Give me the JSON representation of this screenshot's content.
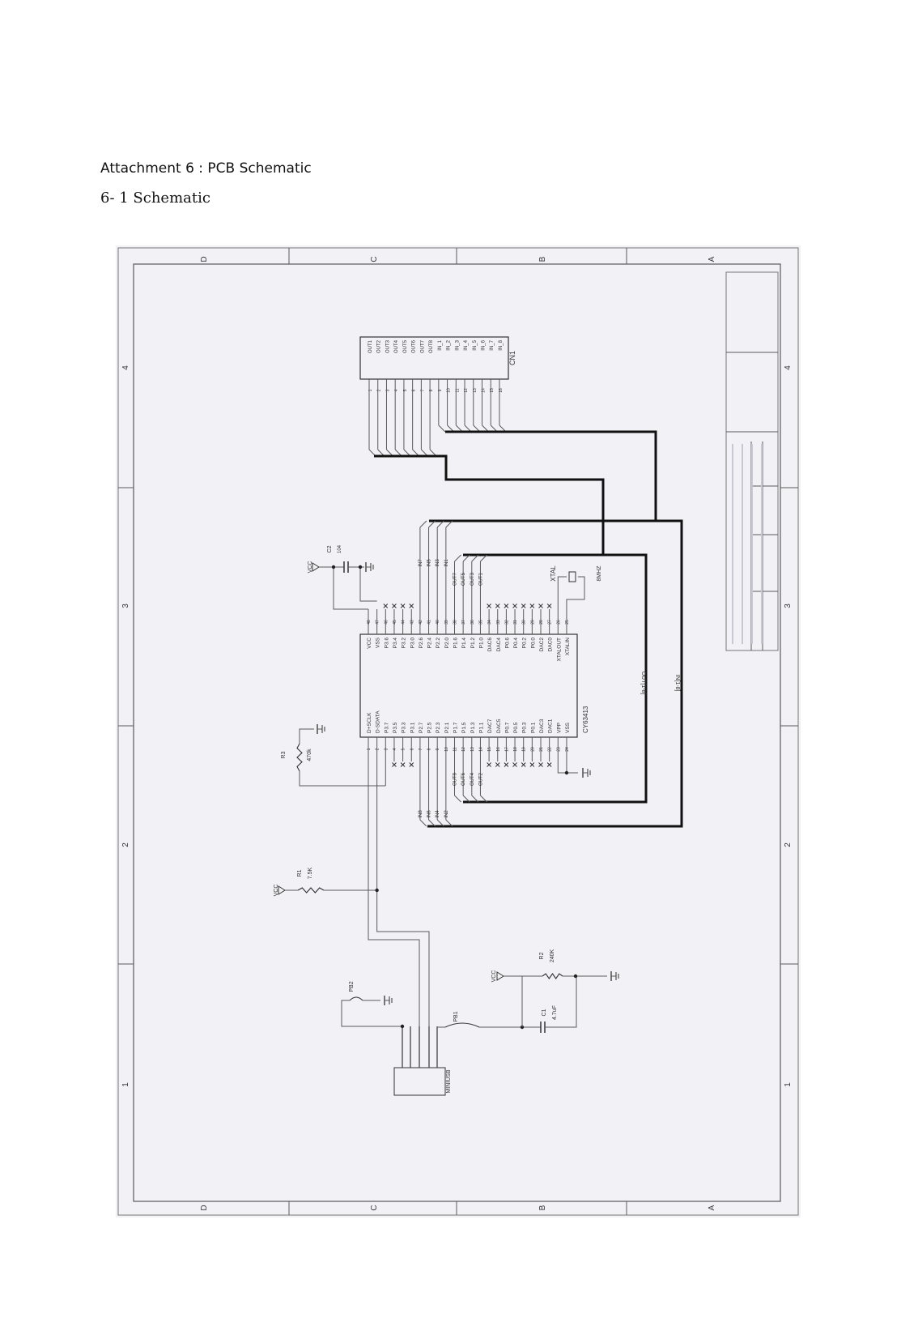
{
  "header": {
    "title": "Attachment 6 : PCB Schematic",
    "subtitle": "6- 1 Schematic"
  },
  "schematic": {
    "colors": {
      "paper": "#f1f1f6",
      "wire": "#5a5a5a",
      "bus": "#111111"
    },
    "zone_letters": [
      "D",
      "C",
      "B",
      "A"
    ],
    "zone_numbers": [
      "4",
      "3",
      "2",
      "1"
    ],
    "chip": {
      "name": "CY63413",
      "top_pins": [
        {
          "num": "48",
          "name": "VCC"
        },
        {
          "num": "47",
          "name": "VSS"
        },
        {
          "num": "46",
          "name": "P3.6"
        },
        {
          "num": "45",
          "name": "P3.4"
        },
        {
          "num": "44",
          "name": "P3.2"
        },
        {
          "num": "43",
          "name": "P3.0"
        },
        {
          "num": "42",
          "name": "P2.6"
        },
        {
          "num": "41",
          "name": "P2.4"
        },
        {
          "num": "40",
          "name": "P2.2"
        },
        {
          "num": "39",
          "name": "P2.0"
        },
        {
          "num": "38",
          "name": "P1.6"
        },
        {
          "num": "37",
          "name": "P1.4"
        },
        {
          "num": "36",
          "name": "P1.2"
        },
        {
          "num": "35",
          "name": "P1.0"
        },
        {
          "num": "34",
          "name": "DAC6"
        },
        {
          "num": "33",
          "name": "DAC4"
        },
        {
          "num": "32",
          "name": "P0.6"
        },
        {
          "num": "31",
          "name": "P0.4"
        },
        {
          "num": "30",
          "name": "P0.2"
        },
        {
          "num": "29",
          "name": "P0.0"
        },
        {
          "num": "28",
          "name": "DAC2"
        },
        {
          "num": "27",
          "name": "DAC0"
        },
        {
          "num": "26",
          "name": "XTALOUT"
        },
        {
          "num": "25",
          "name": "XTALIN"
        }
      ],
      "bottom_pins": [
        {
          "num": "1",
          "name": "D+SCLK"
        },
        {
          "num": "2",
          "name": "D-SDATA"
        },
        {
          "num": "3",
          "name": "P3.7"
        },
        {
          "num": "4",
          "name": "P3.5"
        },
        {
          "num": "5",
          "name": "P3.3"
        },
        {
          "num": "6",
          "name": "P3.1"
        },
        {
          "num": "7",
          "name": "P2.7"
        },
        {
          "num": "8",
          "name": "P2.5"
        },
        {
          "num": "9",
          "name": "P2.3"
        },
        {
          "num": "10",
          "name": "P2.1"
        },
        {
          "num": "11",
          "name": "P1.7"
        },
        {
          "num": "12",
          "name": "P1.5"
        },
        {
          "num": "13",
          "name": "P1.3"
        },
        {
          "num": "14",
          "name": "P1.1"
        },
        {
          "num": "15",
          "name": "DAC7"
        },
        {
          "num": "16",
          "name": "DAC5"
        },
        {
          "num": "17",
          "name": "P0.7"
        },
        {
          "num": "18",
          "name": "P0.5"
        },
        {
          "num": "19",
          "name": "P0.3"
        },
        {
          "num": "20",
          "name": "P0.1"
        },
        {
          "num": "21",
          "name": "DAC3"
        },
        {
          "num": "22",
          "name": "DAC1"
        },
        {
          "num": "23",
          "name": "VPP"
        },
        {
          "num": "24",
          "name": "VSS"
        }
      ]
    },
    "connector": {
      "name": "CN1",
      "pins": [
        {
          "num": "1",
          "name": "OUT1"
        },
        {
          "num": "2",
          "name": "OUT2"
        },
        {
          "num": "3",
          "name": "OUT3"
        },
        {
          "num": "4",
          "name": "OUT4"
        },
        {
          "num": "5",
          "name": "OUT5"
        },
        {
          "num": "6",
          "name": "OUT6"
        },
        {
          "num": "7",
          "name": "OUT7"
        },
        {
          "num": "8",
          "name": "OUT8"
        },
        {
          "num": "9",
          "name": "IN_1"
        },
        {
          "num": "10",
          "name": "IN_2"
        },
        {
          "num": "11",
          "name": "IN_3"
        },
        {
          "num": "12",
          "name": "IN_4"
        },
        {
          "num": "13",
          "name": "IN_5"
        },
        {
          "num": "14",
          "name": "IN_6"
        },
        {
          "num": "15",
          "name": "IN_7"
        },
        {
          "num": "16",
          "name": "IN_8"
        }
      ]
    },
    "net_labels": {
      "top_in": [
        "IN7",
        "IN5",
        "IN3",
        "IN1"
      ],
      "top_out": [
        "OUT7",
        "OUT5",
        "OUT3",
        "OUT1"
      ],
      "bottom_in": [
        "IN8",
        "IN6",
        "IN4",
        "IN2"
      ],
      "bottom_out": [
        "OUT8",
        "OUT6",
        "OUT4",
        "OUT2"
      ],
      "out_bus": "OUT[1-8]",
      "in_bus": "IN[1-8]"
    },
    "components": {
      "vcc": "VCC",
      "c2_ref": "C2",
      "c2_val": "104",
      "xtal_ref": "XTAL",
      "xtal_val": "8MHZ",
      "r3_ref": "R3",
      "r3_val": "470k",
      "r1_ref": "R1",
      "r1_val": "7.5K",
      "pb2": "PB2",
      "pb1": "PB1",
      "usb": "MINIUSB",
      "r2_ref": "R2",
      "r2_val": "240K",
      "c1_ref": "C1",
      "c1_val": "4.7uF"
    }
  }
}
